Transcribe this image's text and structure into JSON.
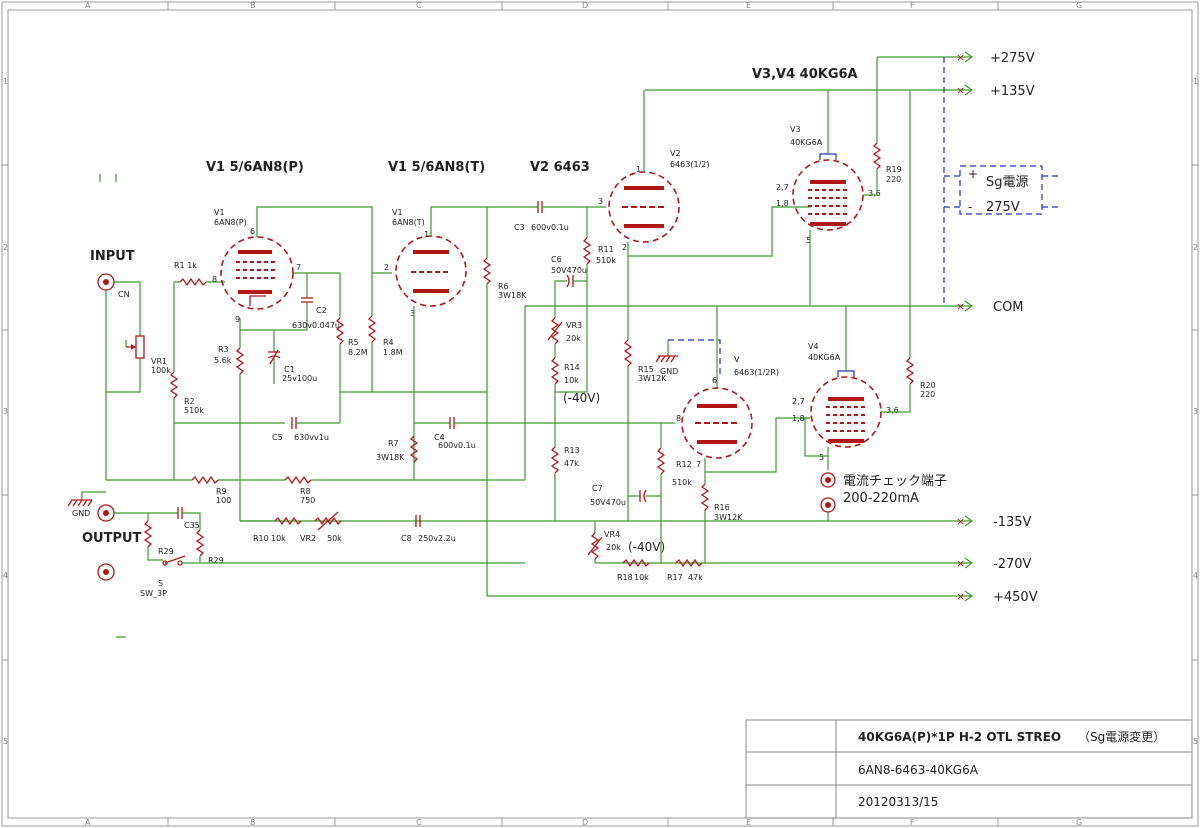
{
  "border_zones": {
    "columns": [
      "A",
      "B",
      "C",
      "D",
      "E",
      "F",
      "G"
    ],
    "rows": [
      "1",
      "2",
      "3",
      "4",
      "5"
    ]
  },
  "headings": {
    "v1_p": "V1 5/6AN8(P)",
    "v1_t": "V1 5/6AN8(T)",
    "v2": "V2 6463",
    "v3v4": "V3,V4 40KG6A"
  },
  "terminals": {
    "input": "INPUT",
    "output": "OUTPUT",
    "cn": "CN",
    "gnd": "GND",
    "switch_s": "S",
    "switch_part": "SW_3P"
  },
  "rails": {
    "p275": "+275V",
    "p135": "+135V",
    "com": "COM",
    "m135": "-135V",
    "m270": "-270V",
    "p450": "+450V"
  },
  "sg_supply": {
    "label": "Sg電源",
    "plus": "+",
    "minus": "-",
    "voltage": "275V"
  },
  "meter": {
    "label": "電流チェック端子",
    "range": "200-220mA"
  },
  "tubes": {
    "v1p_ref": "V1",
    "v1p_part": "6AN8(P)",
    "v1t_ref": "V1",
    "v1t_part": "6AN8(T)",
    "v2_ref": "V2",
    "v2_part": "6463(1/2)",
    "v2b_ref": "V",
    "v2b_part": "6463(1/2R)",
    "v3_ref": "V3",
    "v3_part": "40KG6A",
    "v4_ref": "V4",
    "v4_part": "40KG6A"
  },
  "components": {
    "r1": "R1 1k",
    "vr1": "VR1",
    "vr1_val": "100k",
    "r2": "R2",
    "r2_val": "510k",
    "r3": "R3",
    "r3_val": "5.6k",
    "c1": "C1",
    "c1_val": "25v100u",
    "c2": "C2",
    "c2_val": "630v0.047u",
    "r5": "R5",
    "r5_val": "8.2M",
    "r4": "R4",
    "r4_val": "1.8M",
    "c5": "C5",
    "c5_val": "630vv1u",
    "r9": "R9",
    "r9_val": "100",
    "r8": "R8",
    "r8_val": "750",
    "r10": "R10",
    "r10_val": "10k",
    "vr2": "VR2",
    "vr2_val": "50k",
    "c8": "C8",
    "c8_val": "250v2.2u",
    "c3": "C3",
    "c3_val": "600v0.1u",
    "r6": "R6",
    "r6_val": "3W18K",
    "r7": "R7",
    "r7_val": "3W18K",
    "c4": "C4",
    "c4_val": "600v0.1u",
    "r11": "R11",
    "r11_val": "510k",
    "c6": "C6",
    "c6_val": "50V470u",
    "vr3": "VR3",
    "vr3_val": "20k",
    "r14": "R14",
    "r14_val": "10k",
    "neg40_a": "(-40V)",
    "r13": "R13",
    "r13_val": "47k",
    "c7": "C7",
    "c7_val": "50V470u",
    "vr4": "VR4",
    "vr4_val": "20k",
    "neg40_b": "(-40V)",
    "r18": "R18",
    "r18_val": "10k",
    "r17": "R17",
    "r17_val": "47k",
    "r15": "R15",
    "r15_val": "3W12K",
    "gnd2": "GND",
    "r12": "R12",
    "r12_val": "510k",
    "r16": "R16",
    "r16_val": "3W12K",
    "r19": "R19",
    "r19_val": "220",
    "r20": "R20",
    "r20_val": "220",
    "c35": "C35",
    "r29a": "R29",
    "r29b": "R29"
  },
  "pins": {
    "v1p_6": "6",
    "v1p_8": "8",
    "v1p_7": "7",
    "v1p_9": "9",
    "v1t_2": "2",
    "v1t_3": "3",
    "v1t_1": "1",
    "v2_1": "1",
    "v2_3": "3",
    "v2_2": "2",
    "v2b_6": "6",
    "v2b_8": "8",
    "v2b_7": "7",
    "v3_27": "2,7",
    "v3_18": "1,8",
    "v3_36": "3,6",
    "v3_5": "5",
    "v4_27": "2,7",
    "v4_18": "1,8",
    "v4_36": "3,6",
    "v4_5": "5"
  },
  "title_block": {
    "title": "40KG6A(P)*1P H-2 OTL STREO",
    "note": "（Sg電源変更）",
    "subtitle": "6AN8-6463-40KG6A",
    "date": "20120313/15"
  },
  "colors": {
    "wire": "#3a9a2a",
    "component": "#b01818",
    "annotation": "#2233bb",
    "border": "#888888"
  }
}
